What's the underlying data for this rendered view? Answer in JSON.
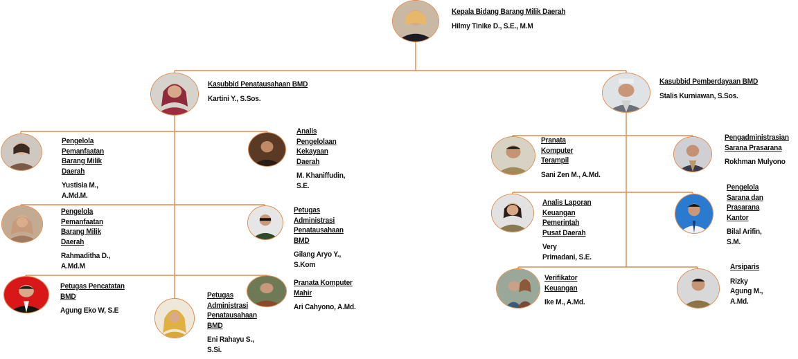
{
  "colors": {
    "line": "#e08a4e"
  },
  "nodes": {
    "head": {
      "role": "Kepala Bidang Barang Milik Daerah",
      "name": "Hilmy Tinike D., S.E., M.M"
    },
    "kasubbid_penatausahaan": {
      "role": "Kasubbid Penatausahaan BMD",
      "name": "Kartini Y., S.Sos."
    },
    "kasubbid_pemberdayaan": {
      "role": "Kasubbid Pemberdayaan BMD",
      "name": "Stalis Kurniawan, S.Sos."
    },
    "pengelola_1": {
      "role": "Pengelola\nPemanfaatan\nBarang Milik\nDaerah",
      "name": "Yustisia M.,\nA.Md.M."
    },
    "analis_pengelolaan": {
      "role": "Analis\nPengelolaan\nKekayaan\nDaerah",
      "name": "M. Khaniffudin,\nS.E."
    },
    "pengelola_2": {
      "role": "Pengelola\nPemanfaatan\nBarang Milik\nDaerah",
      "name": "Rahmaditha D.,\nA.Md.M"
    },
    "petugas_adm_1": {
      "role": "Petugas\nAdministrasi\nPenatausahaan\nBMD",
      "name": "Gilang Aryo Y.,\nS.Kom"
    },
    "petugas_pencatatan": {
      "role": "Petugas Pencatatan\nBMD",
      "name": "Agung Eko W, S.E"
    },
    "petugas_adm_2": {
      "role": "Petugas\nAdministrasi\nPenatausahaan\nBMD",
      "name": "Eni Rahayu S.,\nS.Si."
    },
    "pranata_mahir": {
      "role": "Pranata Komputer\nMahir",
      "name": "Ari Cahyono, A.Md."
    },
    "pranata_terampil": {
      "role": "Pranata\nKomputer\nTerampil",
      "name": "Sani Zen M., A.Md."
    },
    "pengadministrasian": {
      "role": "Pengadministrasian\nSarana Prasarana",
      "name": "Rokhman Mulyono"
    },
    "analis_laporan": {
      "role": "Analis Laporan\nKeuangan\nPemerintah\nPusat Daerah",
      "name": "Very\nPrimadani, S.E."
    },
    "pengelola_sarana": {
      "role": "Pengelola\nSarana dan\nPrasarana\nKantor",
      "name": "Bilal Arifin,\nS.M."
    },
    "verifikator": {
      "role": "Verifikator\nKeuangan",
      "name": "Ike M., A.Md."
    },
    "arsiparis": {
      "role": "Arsiparis",
      "name": "Rizky\nAgung M.,\nA.Md."
    }
  }
}
